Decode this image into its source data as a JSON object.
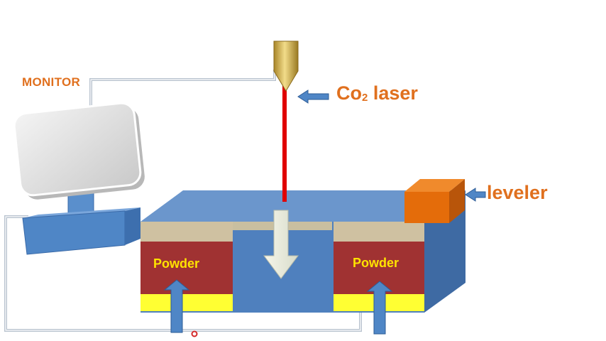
{
  "labels": {
    "monitor": "MONITOR",
    "laser_prefix": "Co",
    "laser_subscript": "2",
    "laser_suffix": " laser",
    "leveler": "leveler",
    "powder_left": "Powder",
    "powder_right": "Powder"
  },
  "colors": {
    "label": "#e0701e",
    "powder_text": "#ffe300",
    "box_top": "#6b96cc",
    "box_front": "#4f80be",
    "box_side": "#3e6aa3",
    "powder": "#a03232",
    "powder_layer": "#cfc1a1",
    "piston": "#ffff33",
    "laser_beam": "#e00000",
    "laser_head": "#c8a23a",
    "leveler": "#e46c0a",
    "monitor_screen": "#d6d6d6",
    "monitor_stand": "#4f86c6"
  }
}
